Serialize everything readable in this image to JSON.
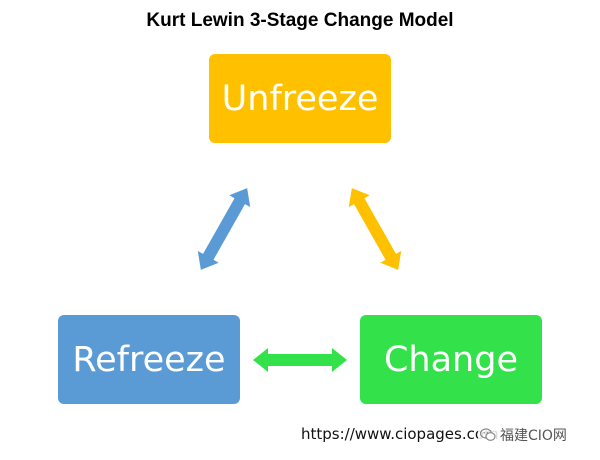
{
  "title": "Kurt Lewin 3-Stage Change Model",
  "stages": {
    "unfreeze": {
      "label": "Unfreeze",
      "color": "#FFC000"
    },
    "change": {
      "label": "Change",
      "color": "#33E14A"
    },
    "refreeze": {
      "label": "Refreeze",
      "color": "#5B9BD5"
    }
  },
  "arrows": {
    "refreeze_unfreeze": {
      "color": "#5B9BD5"
    },
    "unfreeze_change": {
      "color": "#FFC000"
    },
    "refreeze_change": {
      "color": "#33E14A"
    }
  },
  "footer": {
    "url": "https://www.ciopages.com",
    "watermark_text": "福建CIO网",
    "watermark_icon": "wechat-icon"
  }
}
